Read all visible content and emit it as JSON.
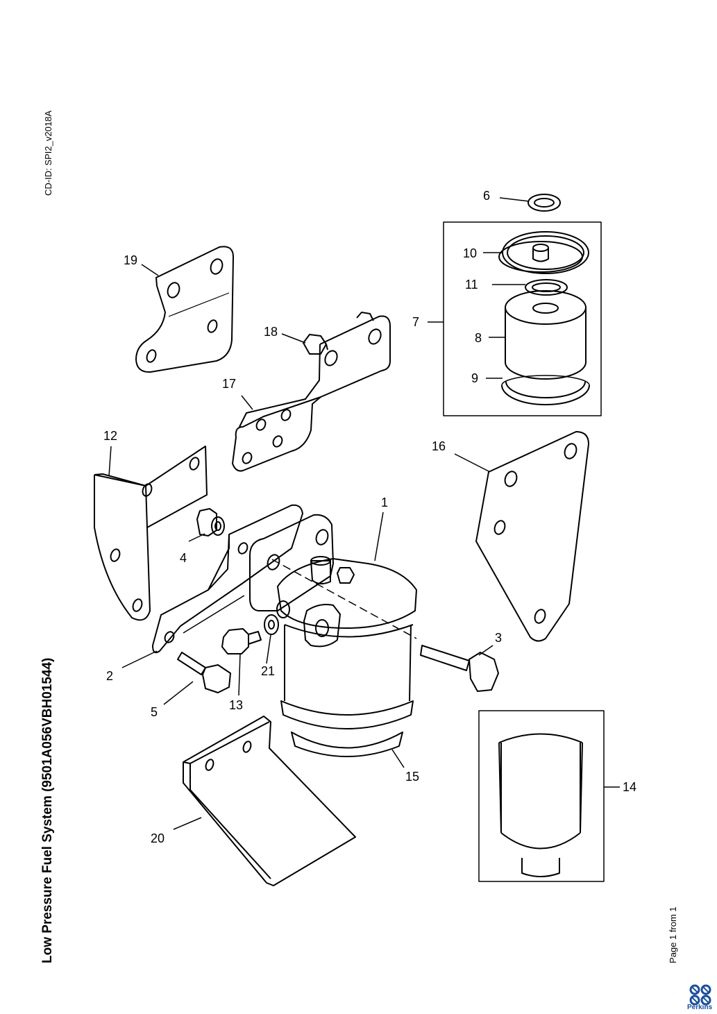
{
  "header": {
    "cd_id": "CD-ID: SPI2_v2018A"
  },
  "document": {
    "title": "Low Pressure Fuel System (9501A056VBH01544)"
  },
  "footer": {
    "page": "Page 1 from 1",
    "brand": "Perkins"
  },
  "callouts": {
    "c1": "1",
    "c2": "2",
    "c3": "3",
    "c4": "4",
    "c5": "5",
    "c6": "6",
    "c7": "7",
    "c8": "8",
    "c9": "9",
    "c10": "10",
    "c11": "11",
    "c12": "12",
    "c13": "13",
    "c14": "14",
    "c15": "15",
    "c16": "16",
    "c17": "17",
    "c18": "18",
    "c19": "19",
    "c20": "20",
    "c21": "21"
  }
}
